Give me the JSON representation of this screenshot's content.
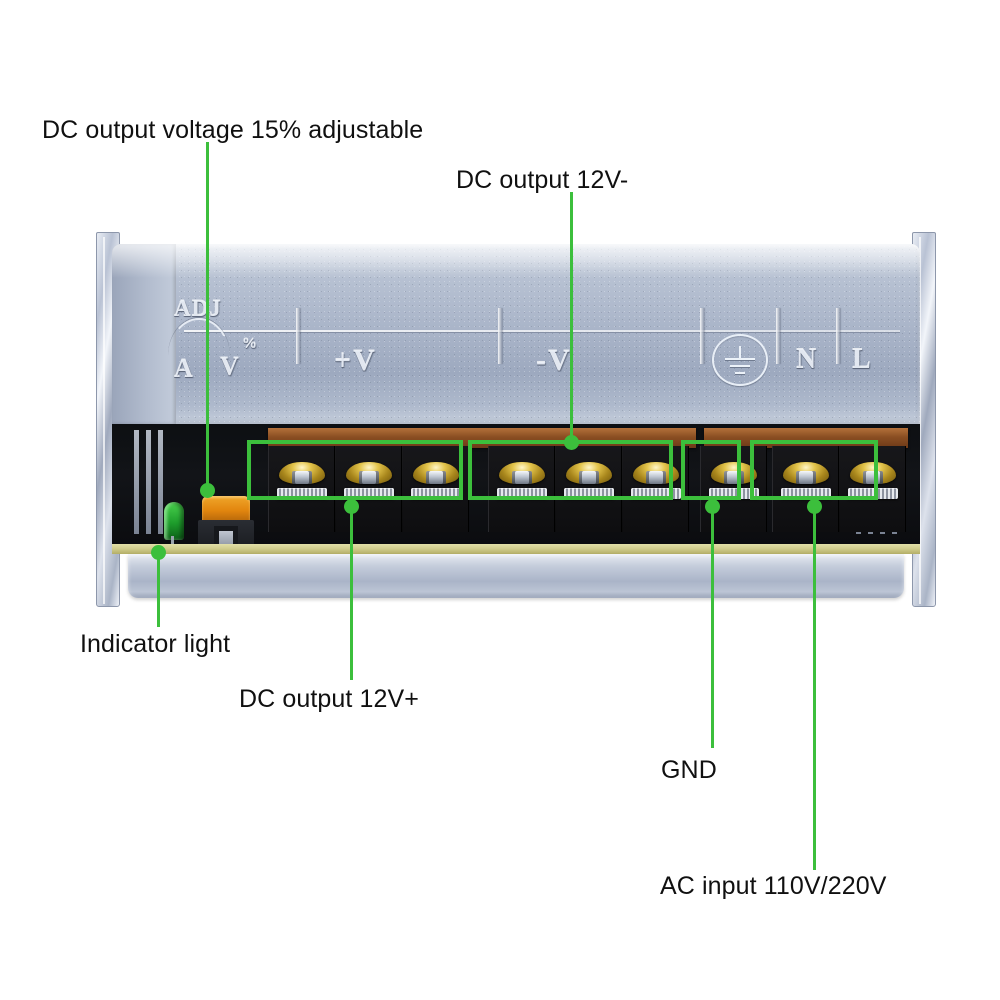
{
  "image": {
    "title": "Switching power supply annotated diagram",
    "background_color": "#ffffff",
    "accent_color": "#3cbf3c",
    "text_color": "#101010"
  },
  "annotations": [
    {
      "id": "adjust",
      "label": "DC output voltage 15% adjustable",
      "target": "adjustment-potentiometer"
    },
    {
      "id": "dc-neg",
      "label": "DC output 12V-",
      "target": "negative-output-terminals"
    },
    {
      "id": "indicator",
      "label": "Indicator light",
      "target": "led-indicator"
    },
    {
      "id": "dc-pos",
      "label": "DC output 12V+",
      "target": "positive-output-terminals"
    },
    {
      "id": "gnd",
      "label": "GND",
      "target": "ground-terminal"
    },
    {
      "id": "ac",
      "label": "AC input 110V/220V",
      "target": "ac-input-terminals"
    }
  ],
  "device": {
    "name": "switching-power-supply",
    "cover_markings": {
      "adj": "ADJ",
      "ampere": "A",
      "volt": "V",
      "percent": "%",
      "positive_voltage": "+V",
      "negative_voltage": "-V",
      "earth": "earth-ground-symbol",
      "neutral": "N",
      "line": "L"
    },
    "terminal_groups": [
      {
        "name": "positive-output-terminals",
        "label": "+V",
        "count": 3
      },
      {
        "name": "negative-output-terminals",
        "label": "-V",
        "count": 3
      },
      {
        "name": "ground-terminal",
        "label": "GND",
        "count": 1
      },
      {
        "name": "ac-input-terminals",
        "label": "N / L",
        "count": 2
      }
    ],
    "components": {
      "led_indicator": "green-led",
      "potentiometer": "orange-trim-pot"
    }
  }
}
